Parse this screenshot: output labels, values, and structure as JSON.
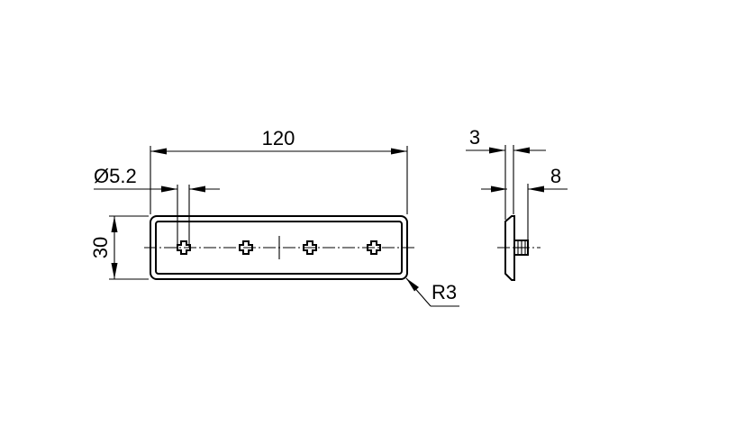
{
  "drawing": {
    "dimensions": {
      "length": "120",
      "height": "30",
      "hole_diameter": "Ø5.2",
      "corner_radius": "R3",
      "plate_thickness": "3",
      "side_depth": "8"
    },
    "hole_count": 4,
    "views": [
      "front",
      "side"
    ]
  }
}
